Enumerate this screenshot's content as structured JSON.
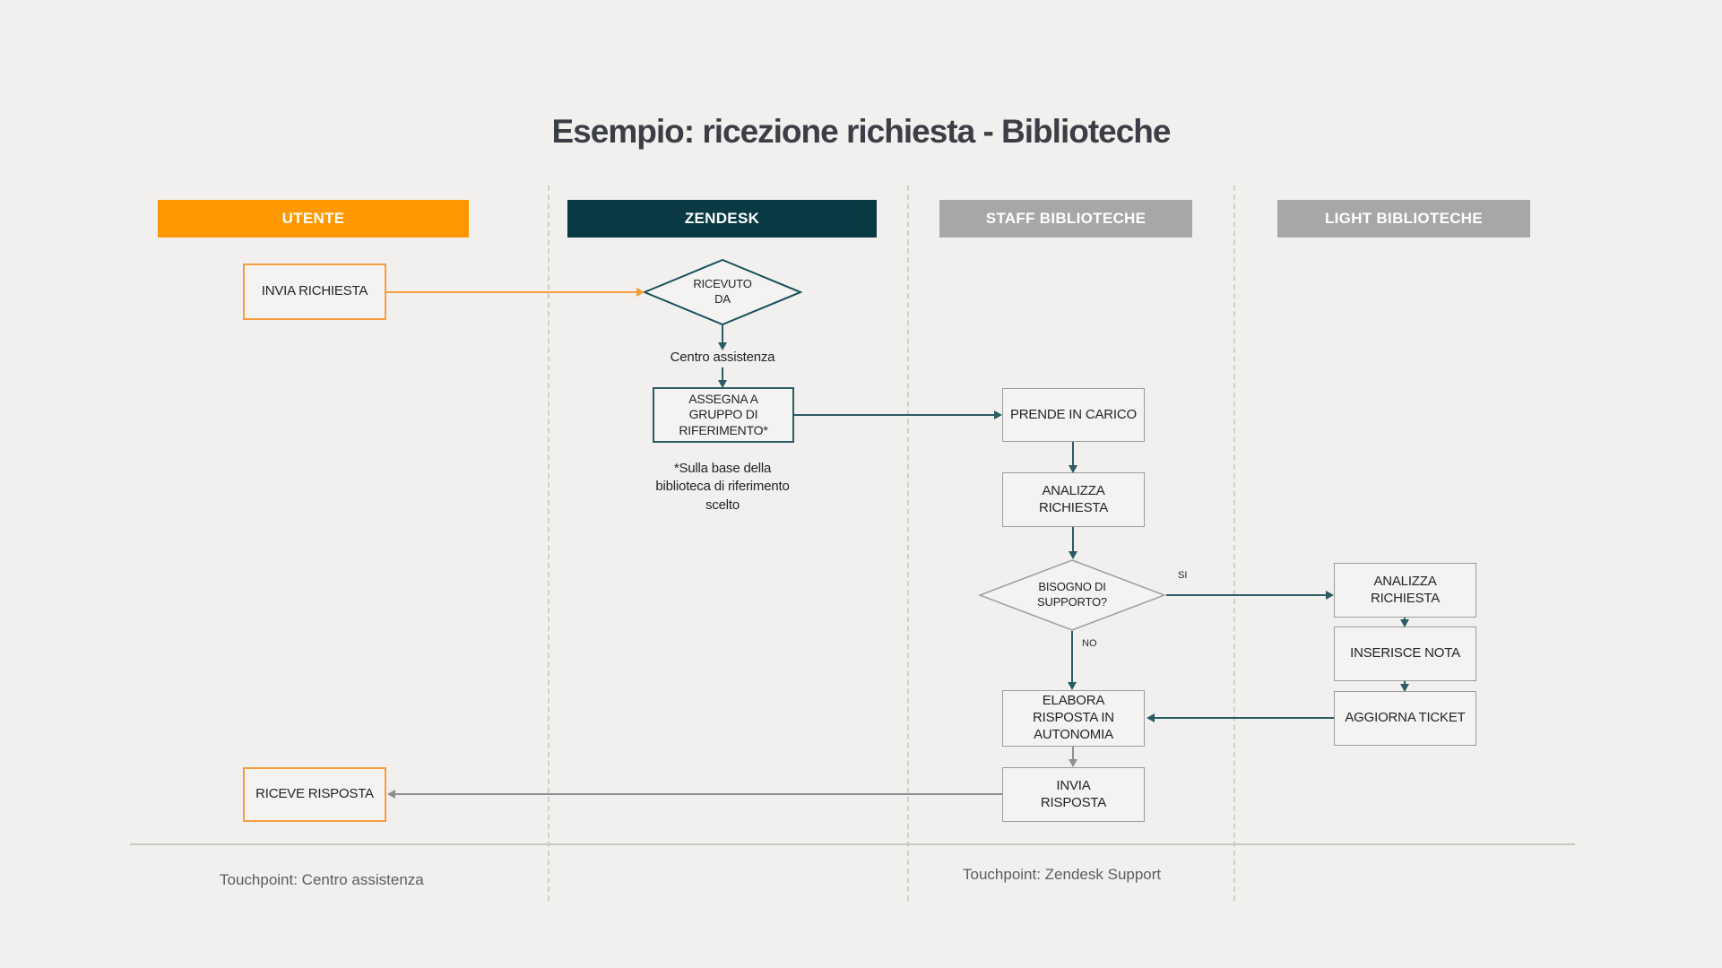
{
  "title": "Esempio: ricezione richiesta - Biblioteche",
  "lanes": [
    {
      "label": "UTENTE",
      "color": "#ff9800"
    },
    {
      "label": "ZENDESK",
      "color": "#093a43"
    },
    {
      "label": "STAFF BIBLIOTECHE",
      "color": "#a7a7a7"
    },
    {
      "label": "LIGHT BIBLIOTECHE",
      "color": "#a7a7a7"
    }
  ],
  "nodes": {
    "invia_richiesta": {
      "label": "INVIA RICHIESTA"
    },
    "ricevuto_da": {
      "label": "RICEVUTO\nDA"
    },
    "assegna_gruppo": {
      "label": "ASSEGNA A\nGRUPPO DI\nRIFERIMENTO*"
    },
    "prende_in_carico": {
      "label": "PRENDE IN CARICO"
    },
    "analizza_richiesta_staff": {
      "label": "ANALIZZA\nRICHIESTA"
    },
    "bisogno_supporto": {
      "label": "BISOGNO DI\nSUPPORTO?"
    },
    "analizza_richiesta_light": {
      "label": "ANALIZZA\nRICHIESTA"
    },
    "inserisce_nota": {
      "label": "INSERISCE NOTA"
    },
    "aggiorna_ticket": {
      "label": "AGGIORNA TICKET"
    },
    "elabora_risposta": {
      "label": "ELABORA\nRISPOSTA IN\nAUTONOMIA"
    },
    "invia_risposta": {
      "label": "INVIA\nRISPOSTA"
    },
    "riceve_risposta": {
      "label": "RICEVE RISPOSTA"
    }
  },
  "annotations": {
    "centro_assistenza": "Centro assistenza",
    "footnote": "*Sulla base della\nbiblioteca di riferimento\nscelto",
    "label_si": "SI",
    "label_no": "NO",
    "touchpoint_left": "Touchpoint: Centro assistenza",
    "touchpoint_right": "Touchpoint: Zendesk Support"
  },
  "colors": {
    "background": "#f1f0ee",
    "orange": "#ff9800",
    "orange_border": "#f79d3e",
    "dark_teal": "#093a43",
    "teal_line": "#2b5b63",
    "gray_header": "#a7a7a7",
    "gray_border": "#9d9d9d",
    "gray_line": "#8f8f8f"
  }
}
